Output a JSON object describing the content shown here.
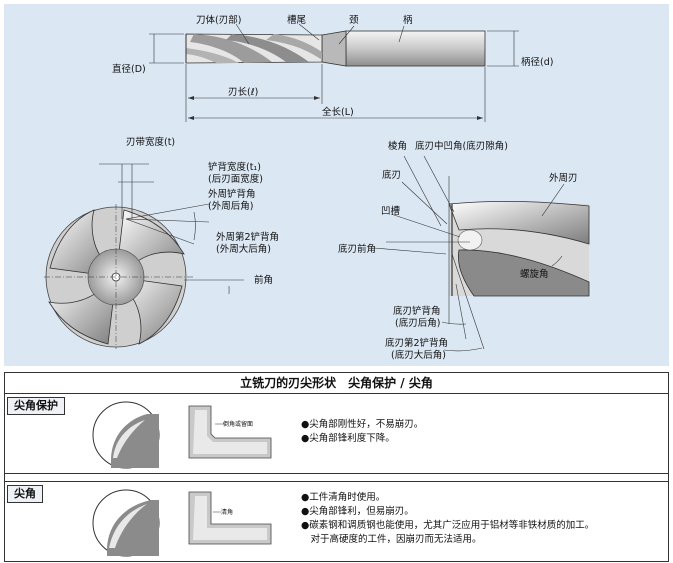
{
  "top_diagram": {
    "labels": {
      "blade": "刀体(刃部)",
      "neck_tail": "槽尾",
      "neck": "颈",
      "shank": "柄",
      "diameter": "直径(D)",
      "shank_diameter": "柄径(d)",
      "flute_length": "刃长(ℓ)",
      "overall_length": "全长(L)"
    }
  },
  "left_diagram": {
    "labels": {
      "land_width": "刃带宽度(t)",
      "clearance_width": "铲背宽度(t₁)",
      "clearance_width_sub": "(后刃面宽度)",
      "peripheral_clearance": "外周铲背角",
      "peripheral_clearance_sub": "(外周后角)",
      "peripheral_second": "外周第2铲背角",
      "peripheral_second_sub": "(外周大后角)",
      "rake_angle": "前角"
    }
  },
  "right_diagram": {
    "labels": {
      "gash_angle": "底刃中凹角(底刃隙角)",
      "edge": "棱角",
      "end_cutting_edge": "底刃",
      "peripheral_edge": "外周刃",
      "gash": "凹槽",
      "end_rake": "底刃前角",
      "helix_angle": "螺旋角",
      "end_clearance": "底刃铲背角",
      "end_clearance_sub": "(底刃后角)",
      "end_second": "底刃第2铲背角",
      "end_second_sub": "(底刃大后角)"
    }
  },
  "table": {
    "title": "立铣刀的刃尖形状　尖角保护 / 尖角",
    "rows": [
      {
        "tag": "尖角保护",
        "profile_label": "倒角或留面",
        "bullets": [
          "●尖角部刚性好，不易崩刃。",
          "●尖角部锋利度下降。"
        ]
      },
      {
        "tag": "尖角",
        "profile_label": "清角",
        "bullets": [
          "●工件清角时使用。",
          "●尖角部锋利，但易崩刃。",
          "●碳素钢和调质钢也能使用，尤其广泛应用于铝材等非铁材质的加工。",
          "　对于高硬度的工件，因崩刃而无法适用。"
        ]
      }
    ]
  }
}
